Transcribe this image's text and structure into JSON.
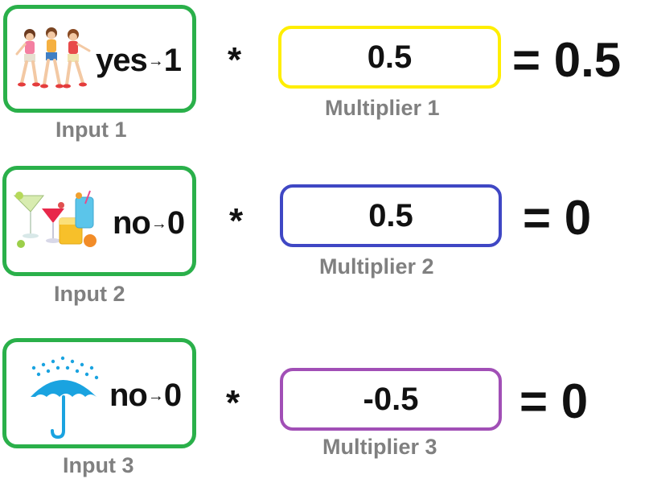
{
  "rows": [
    {
      "input_label": "Input 1",
      "answer": "yes",
      "encoded": "1",
      "operator": "*",
      "multiplier_value": "0.5",
      "multiplier_label": "Multiplier 1",
      "multiplier_border": "#ffee00",
      "result": "= 0.5",
      "icon": "dancing-girls-icon"
    },
    {
      "input_label": "Input 2",
      "answer": "no",
      "encoded": "0",
      "operator": "*",
      "multiplier_value": "0.5",
      "multiplier_label": "Multiplier 2",
      "multiplier_border": "#3f47c4",
      "result": "= 0",
      "icon": "cocktails-icon"
    },
    {
      "input_label": "Input 3",
      "answer": "no",
      "encoded": "0",
      "operator": "*",
      "multiplier_value": "-0.5",
      "multiplier_label": "Multiplier 3",
      "multiplier_border": "#a14fb6",
      "result": "= 0",
      "icon": "umbrella-rain-icon"
    }
  ],
  "colors": {
    "input_border": "#2ab04a",
    "label_gray": "#808080",
    "umbrella_blue": "#1aa3e0"
  }
}
